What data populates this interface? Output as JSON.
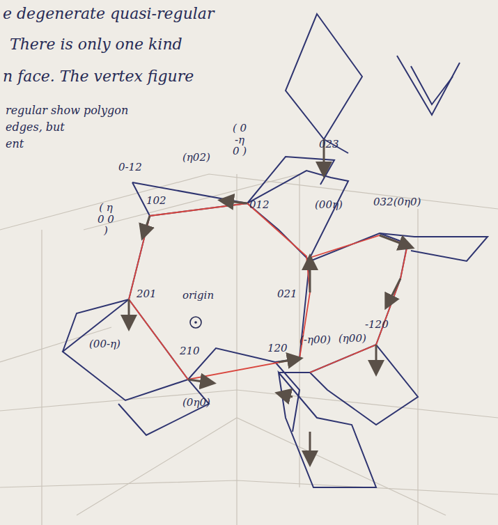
{
  "diagram": {
    "labels": [
      "e degenerate quasi-regular",
      "There is only one kind",
      "n face. The vertex figure",
      "regular show polygon",
      "edges, but",
      "ent",
      "0-12",
      "(η02)",
      "( 0 -η 0 )",
      "023",
      "102",
      "012",
      "(00η)",
      "032(0η0)",
      "( η 0 0 )",
      "201",
      "origin",
      "021",
      "-120",
      "(00-η)",
      "210",
      "120",
      "(-η00)",
      "(η00)",
      "(0η0)"
    ]
  }
}
